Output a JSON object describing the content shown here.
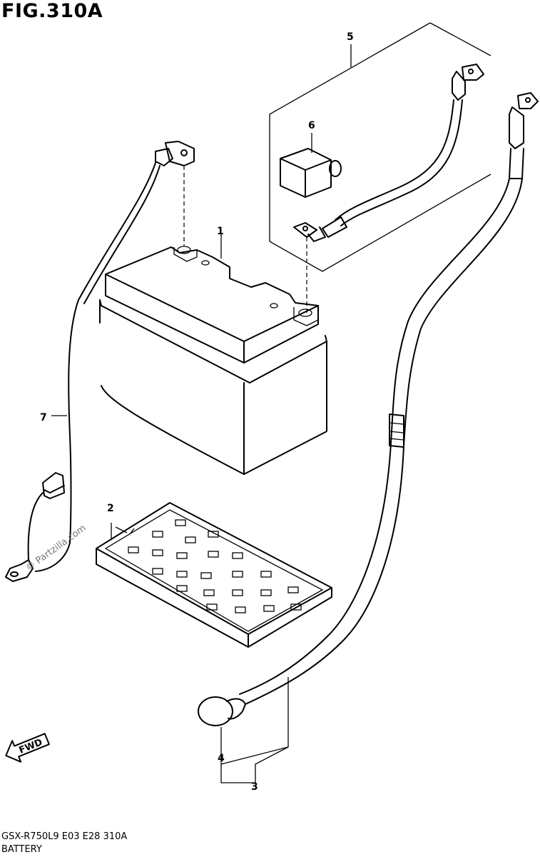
{
  "figure": {
    "title": "FIG.310A",
    "model_code": "GSX-R750L9  E03  E28  310A",
    "section_name": "BATTERY"
  },
  "callouts": [
    {
      "id": "1",
      "part": "battery"
    },
    {
      "id": "2",
      "part": "battery-tray"
    },
    {
      "id": "3",
      "part": "negative-cable-assembly"
    },
    {
      "id": "4",
      "part": "terminal-cap"
    },
    {
      "id": "5",
      "part": "positive-cable-set"
    },
    {
      "id": "6",
      "part": "terminal-cover"
    },
    {
      "id": "7",
      "part": "ground-harness"
    }
  ],
  "direction_marker": "FWD",
  "watermark": "© Partzilla.com"
}
